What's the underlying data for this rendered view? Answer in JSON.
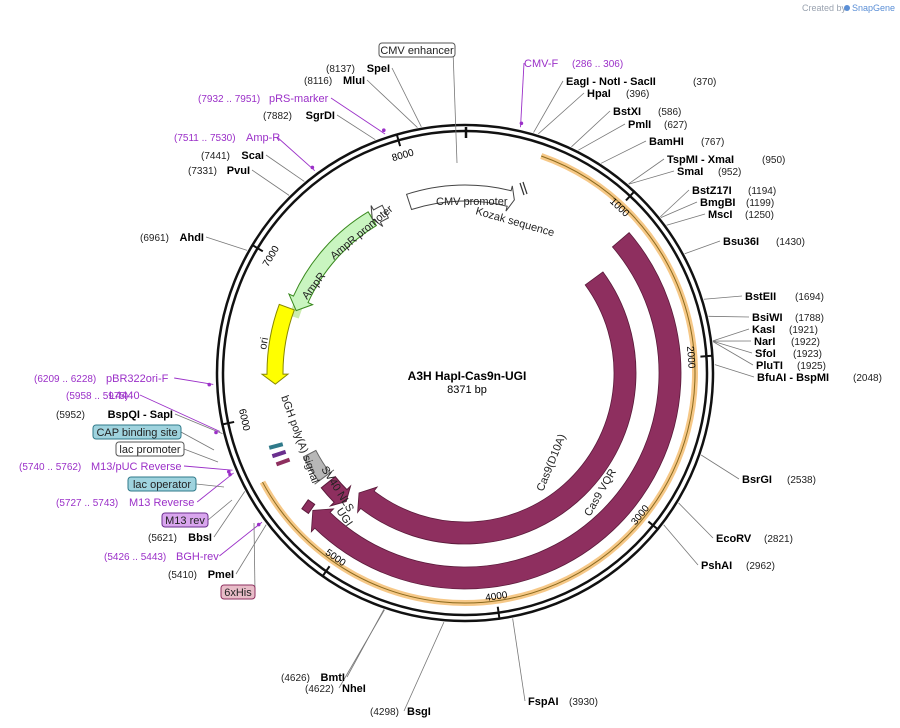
{
  "header": {
    "created_by": "Created by",
    "brand": "SnapGene"
  },
  "plasmid": {
    "name": "A3H HapI-Cas9n-UGI",
    "size": "8371 bp",
    "length": 8371
  },
  "ticks": [
    "1000",
    "2000",
    "3000",
    "4000",
    "5000",
    "6000",
    "7000",
    "8000"
  ],
  "tick_positions": [
    1000,
    2000,
    3000,
    4000,
    5000,
    6000,
    7000,
    8000
  ],
  "sites": [
    {
      "name": "SpeI",
      "num": "(8137)",
      "pos": 8137
    },
    {
      "name": "MluI",
      "num": "(8116)",
      "pos": 8116
    },
    {
      "name": "SgrDI",
      "num": "(7882)",
      "pos": 7882
    },
    {
      "name": "ScaI",
      "num": "(7441)",
      "pos": 7441
    },
    {
      "name": "PvuI",
      "num": "(7331)",
      "pos": 7331
    },
    {
      "name": "AhdI",
      "num": "(6961)",
      "pos": 6961
    },
    {
      "name": "EagI - NotI - SacII",
      "num": "(370)",
      "pos": 370
    },
    {
      "name": "HpaI",
      "num": "(396)",
      "pos": 396
    },
    {
      "name": "BstXI",
      "num": "(586)",
      "pos": 586
    },
    {
      "name": "PmlI",
      "num": "(627)",
      "pos": 627
    },
    {
      "name": "BamHI",
      "num": "(767)",
      "pos": 767
    },
    {
      "name": "TspMI - XmaI",
      "num": "(950)",
      "pos": 950
    },
    {
      "name": "SmaI",
      "num": "(952)",
      "pos": 952
    },
    {
      "name": "BstZ17I",
      "num": "(1194)",
      "pos": 1194
    },
    {
      "name": "BmgBI",
      "num": "(1199)",
      "pos": 1199
    },
    {
      "name": "MscI",
      "num": "(1250)",
      "pos": 1250
    },
    {
      "name": "Bsu36I",
      "num": "(1430)",
      "pos": 1430
    },
    {
      "name": "BstEII",
      "num": "(1694)",
      "pos": 1694
    },
    {
      "name": "BsiWI",
      "num": "(1788)",
      "pos": 1788
    },
    {
      "name": "KasI",
      "num": "(1921)",
      "pos": 1921
    },
    {
      "name": "NarI",
      "num": "(1922)",
      "pos": 1922
    },
    {
      "name": "SfoI",
      "num": "(1923)",
      "pos": 1923
    },
    {
      "name": "PluTI",
      "num": "(1925)",
      "pos": 1925
    },
    {
      "name": "BfuAI - BspMI",
      "num": "(2048)",
      "pos": 2048
    },
    {
      "name": "BsrGI",
      "num": "(2538)",
      "pos": 2538
    },
    {
      "name": "EcoRV",
      "num": "(2821)",
      "pos": 2821
    },
    {
      "name": "PshAI",
      "num": "(2962)",
      "pos": 2962
    },
    {
      "name": "FspAI",
      "num": "(3930)",
      "pos": 3930
    },
    {
      "name": "BsgI",
      "num": "(4298)",
      "pos": 4298
    },
    {
      "name": "BmtI",
      "num": "(4626)",
      "pos": 4626
    },
    {
      "name": "NheI",
      "num": "(4622)",
      "pos": 4622
    },
    {
      "name": "PmeI",
      "num": "(5410)",
      "pos": 5410
    },
    {
      "name": "BbsI",
      "num": "(5621)",
      "pos": 5621
    },
    {
      "name": "BspQI - SapI",
      "num": "(5952)",
      "pos": 5952
    }
  ],
  "primers": [
    {
      "name": "CMV-F",
      "range": "(286 .. 306)",
      "pos": 296
    },
    {
      "name": "pRS-marker",
      "range": "(7932 .. 7951)",
      "pos": 7941
    },
    {
      "name": "Amp-R",
      "range": "(7511 .. 7530)",
      "pos": 7520
    },
    {
      "name": "pBR322ori-F",
      "range": "(6209 .. 6228)",
      "pos": 6218
    },
    {
      "name": "L4440",
      "range": "(5958 .. 5975)",
      "pos": 5966
    },
    {
      "name": "M13/pUC Reverse",
      "range": "(5740 .. 5762)",
      "pos": 5751
    },
    {
      "name": "M13 Reverse",
      "range": "(5727 .. 5743)",
      "pos": 5735
    },
    {
      "name": "BGH-rev",
      "range": "(5426 .. 5443)",
      "pos": 5434
    }
  ],
  "boxed_features": [
    {
      "name": "CMV enhancer",
      "style": "white"
    },
    {
      "name": "CAP binding site",
      "style": "teal"
    },
    {
      "name": "lac promoter",
      "style": "white"
    },
    {
      "name": "lac operator",
      "style": "teal"
    },
    {
      "name": "M13 rev",
      "style": "purple"
    },
    {
      "name": "6xHis",
      "style": "pink"
    }
  ],
  "features": {
    "cmv_promoter": "CMV promoter",
    "kozak": "Kozak sequence",
    "ampr_promoter": "AmpR promoter",
    "ampr": "AmpR",
    "ori": "ori",
    "bgh": "bGH poly(A) signal",
    "sv40": "SV40 NLS",
    "ugi": "UGI",
    "cas9_d10a": "Cas9(D10A)",
    "cas9_vqr": "Cas9 VQR"
  },
  "colors": {
    "backbone": "#111111",
    "cas9": "#8e2f5f",
    "ampr": "#c9f5c0",
    "ampr_edge": "#3a8a1f",
    "ori": "#ffff00",
    "orange_glow": "#f5c27a",
    "primer": "#9b30c8",
    "teal_box": "#9fd3de",
    "purple_box": "#d9a6ee",
    "pink_box": "#e8bcc8"
  }
}
